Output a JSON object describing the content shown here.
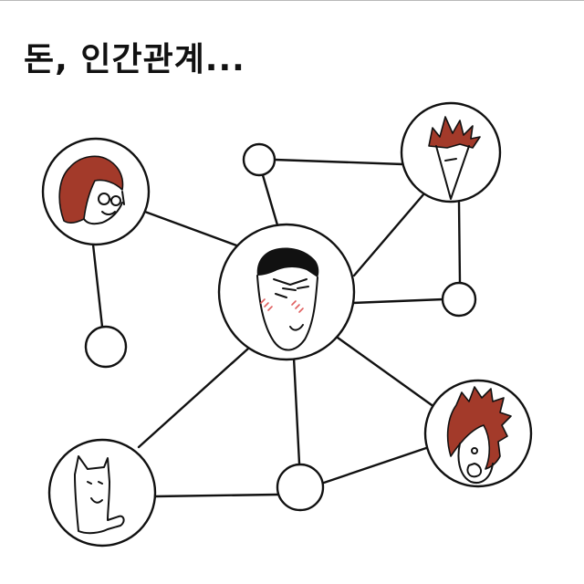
{
  "title": "돈, 인간관계...",
  "colors": {
    "ink": "#111111",
    "hair": "#a33a2a",
    "blush": "#e06060",
    "background": "#ffffff"
  },
  "nodes": [
    {
      "id": "center",
      "figure": "man-with-glasses-blushing"
    },
    {
      "id": "top-left",
      "figure": "red-haired-woman-with-glasses"
    },
    {
      "id": "top-right",
      "figure": "spiky-red-haired-person"
    },
    {
      "id": "right",
      "figure": "red-maned-surprised-person"
    },
    {
      "id": "bottom-left",
      "figure": "pointing-cat-eared-figure"
    },
    {
      "id": "small-top",
      "figure": "empty"
    },
    {
      "id": "small-left",
      "figure": "empty"
    },
    {
      "id": "small-right",
      "figure": "empty"
    },
    {
      "id": "small-bottom",
      "figure": "empty"
    }
  ]
}
